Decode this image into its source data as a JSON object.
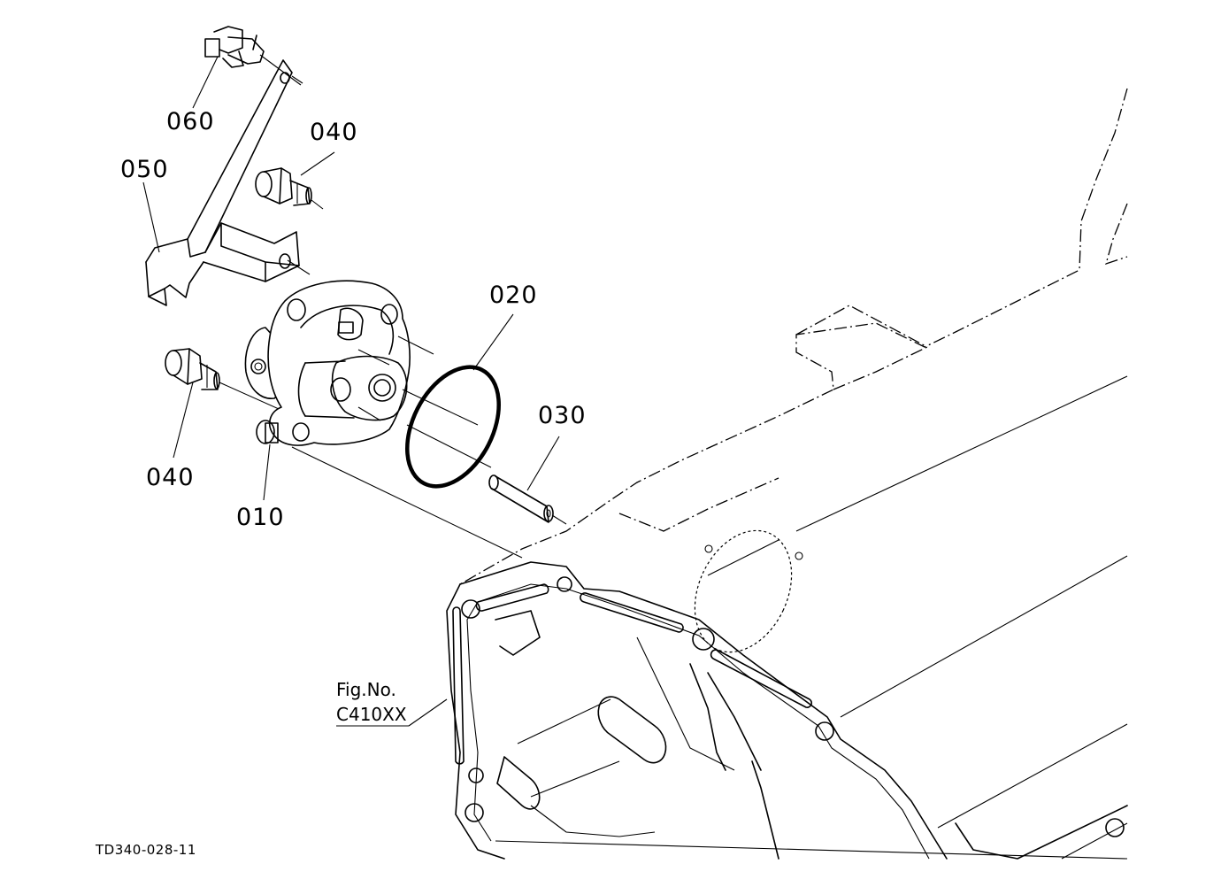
{
  "figure_id": "TD340-028-11",
  "fig_ref": {
    "line1": "Fig.No.",
    "line2": "C410XX"
  },
  "callouts": {
    "p010": "010",
    "p020": "020",
    "p030": "030",
    "p040_top": "040",
    "p040_bottom": "040",
    "p050": "050",
    "p060": "060"
  }
}
